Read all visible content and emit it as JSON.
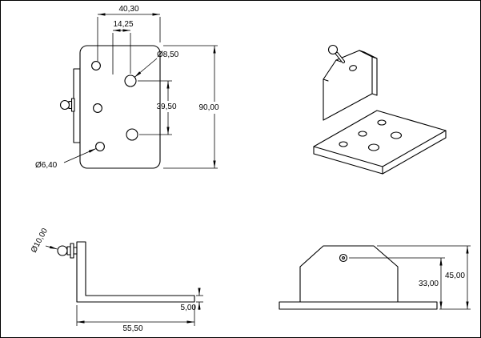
{
  "front": {
    "dims": {
      "overall_width": "40,30",
      "hole_offset": "14,25",
      "large_hole_dia": "Ø8,50",
      "hole_spacing": "39,50",
      "overall_height": "90,00",
      "small_hole_dia": "Ø6,40"
    }
  },
  "side": {
    "dims": {
      "stud_dia": "Ø10,00",
      "base_length": "55,50",
      "thickness": "5,00"
    }
  },
  "rear": {
    "dims": {
      "stud_center_height": "33,00",
      "overall_height": "45,00"
    }
  },
  "colors": {
    "line": "#000000",
    "background": "#ffffff"
  }
}
